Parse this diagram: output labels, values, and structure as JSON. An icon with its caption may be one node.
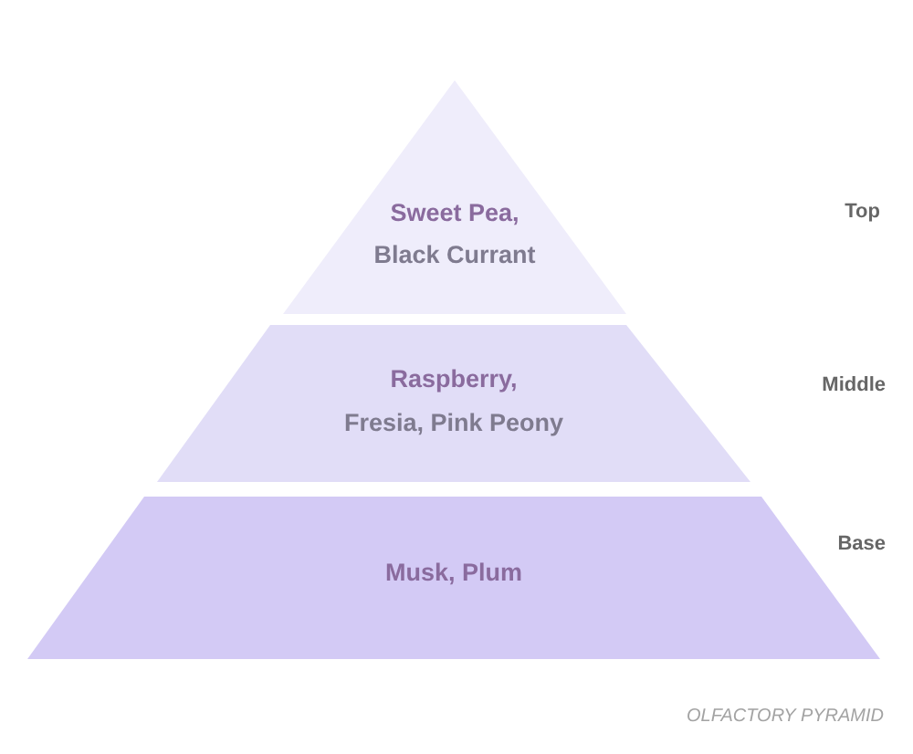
{
  "diagram": {
    "caption": "OLFACTORY PYRAMID",
    "nodes": [
      {
        "text": [
          "Sweet Pea,",
          "Black Currant"
        ]
      },
      {
        "text": [
          "Raspberry,",
          "Fresia, Pink Peony"
        ]
      },
      {
        "text": [
          "Musk, Plum"
        ]
      }
    ],
    "labels": [
      "Top",
      "Middle",
      "Base"
    ]
  }
}
